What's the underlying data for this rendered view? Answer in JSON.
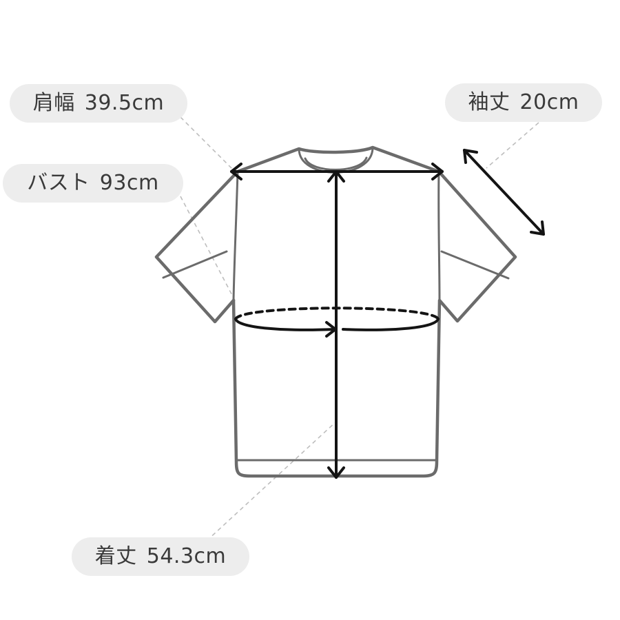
{
  "labels": {
    "shoulder": {
      "name": "肩幅",
      "value": "39.5cm"
    },
    "bust": {
      "name": "バスト",
      "value": "93cm"
    },
    "sleeve": {
      "name": "袖丈",
      "value": "20cm"
    },
    "length": {
      "name": "着丈",
      "value": "54.3cm"
    }
  },
  "colors": {
    "garment_outline": "#6b6b6b",
    "arrow": "#141414",
    "leader_line": "#bdbdbd",
    "label_background": "#ededed",
    "label_text": "#3a3a3a"
  }
}
